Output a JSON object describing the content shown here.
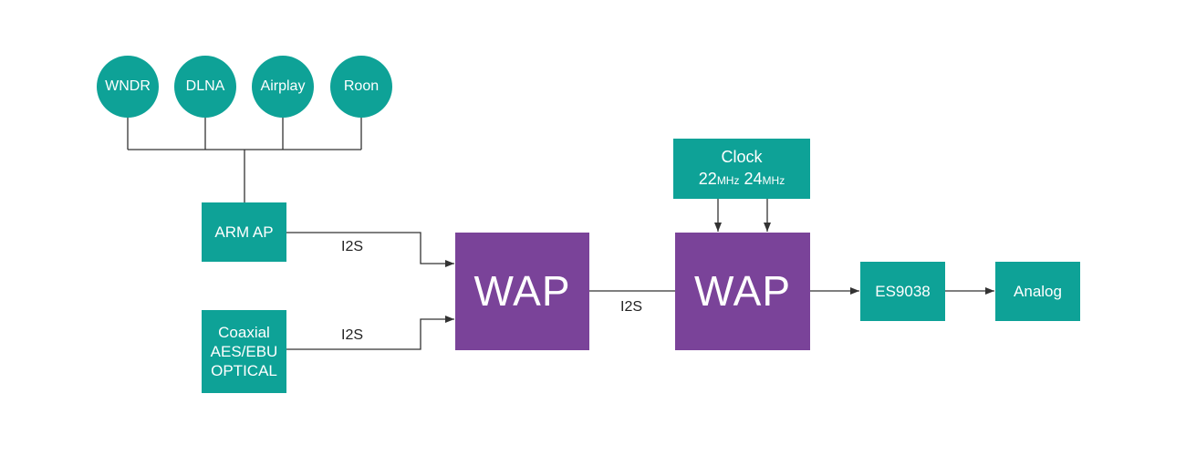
{
  "colors": {
    "teal": "#0ea297",
    "purple": "#7a4399",
    "line": "#333333"
  },
  "sources": [
    {
      "label": "WNDR"
    },
    {
      "label": "DLNA"
    },
    {
      "label": "Airplay"
    },
    {
      "label": "Roon"
    }
  ],
  "arm": {
    "label": "ARM AP"
  },
  "digital_input": {
    "line1": "Coaxial",
    "line2": "AES/EBU",
    "line3": "OPTICAL"
  },
  "wap1": {
    "label": "WAP"
  },
  "wap2": {
    "label": "WAP"
  },
  "clock": {
    "title": "Clock",
    "f1_num": "22",
    "f1_unit": "MHz",
    "f2_num": "24",
    "f2_unit": "MHz"
  },
  "dac": {
    "label": "ES9038"
  },
  "output": {
    "label": "Analog"
  },
  "links": {
    "i2s_arm": "I2S",
    "i2s_digital": "I2S",
    "i2s_wap": "I2S"
  }
}
